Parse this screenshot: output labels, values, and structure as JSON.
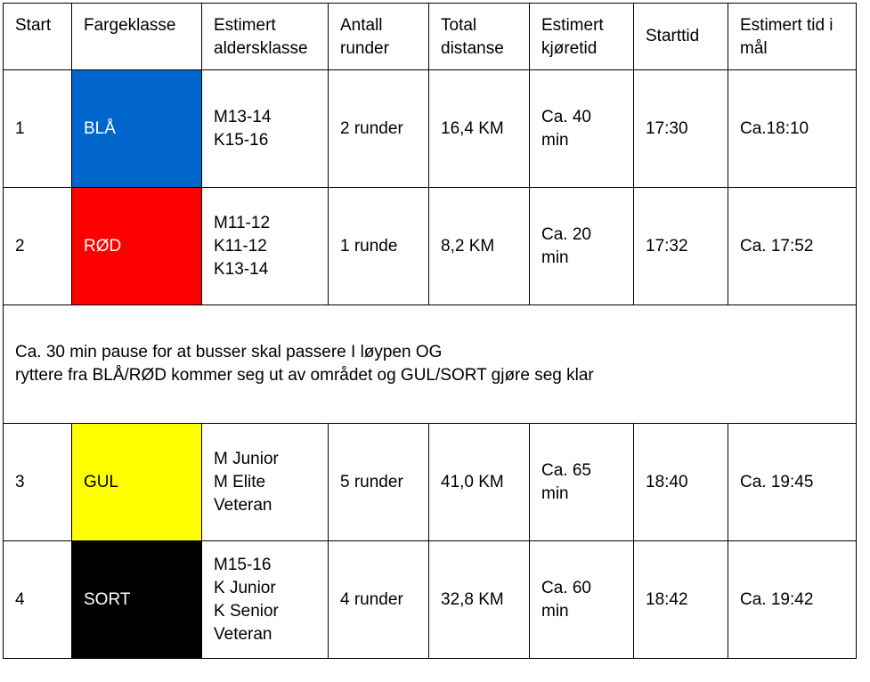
{
  "headers": [
    [
      "Start"
    ],
    [
      "Fargeklasse"
    ],
    [
      "Estimert",
      "aldersklasse"
    ],
    [
      "Antall",
      "runder"
    ],
    [
      "Total",
      "distanse"
    ],
    [
      "Estimert",
      "kjøretid"
    ],
    [
      "Starttid"
    ],
    [
      "Estimert tid i",
      "mål"
    ]
  ],
  "rows": [
    {
      "start": "1",
      "color_label": "BLÅ",
      "color": "#0066cc",
      "classes": [
        "M13-14",
        "K15-16"
      ],
      "laps": "2 runder",
      "distance": "16,4 KM",
      "duration": [
        "Ca. 40",
        "min"
      ],
      "start_time": "17:30",
      "finish_time": "Ca.18:10"
    },
    {
      "start": "2",
      "color_label": "RØD",
      "color": "#ff0000",
      "classes": [
        "M11-12",
        "K11-12",
        "K13-14"
      ],
      "laps": "1 runde",
      "distance": "8,2 KM",
      "duration": [
        "Ca. 20",
        "min"
      ],
      "start_time": "17:32",
      "finish_time": "Ca. 17:52"
    },
    {
      "start": "3",
      "color_label": "GUL",
      "color": "#ffff00",
      "classes": [
        "M Junior",
        "M Elite",
        "Veteran"
      ],
      "laps": "5 runder",
      "distance": "41,0 KM",
      "duration": [
        "Ca. 65",
        "min"
      ],
      "start_time": "18:40",
      "finish_time": "Ca. 19:45"
    },
    {
      "start": "4",
      "color_label": "SORT",
      "color": "#000000",
      "classes": [
        "M15-16",
        "K Junior",
        "K Senior",
        "Veteran"
      ],
      "laps": "4 runder",
      "distance": "32,8 KM",
      "duration": [
        "Ca. 60",
        "min"
      ],
      "start_time": "18:42",
      "finish_time": "Ca. 19:42"
    }
  ],
  "pause": {
    "line1": "Ca. 30 min pause for at busser skal passere I løypen OG",
    "line2": "ryttere fra BLÅ/RØD kommer seg ut av området og GUL/SORT gjøre seg klar"
  }
}
